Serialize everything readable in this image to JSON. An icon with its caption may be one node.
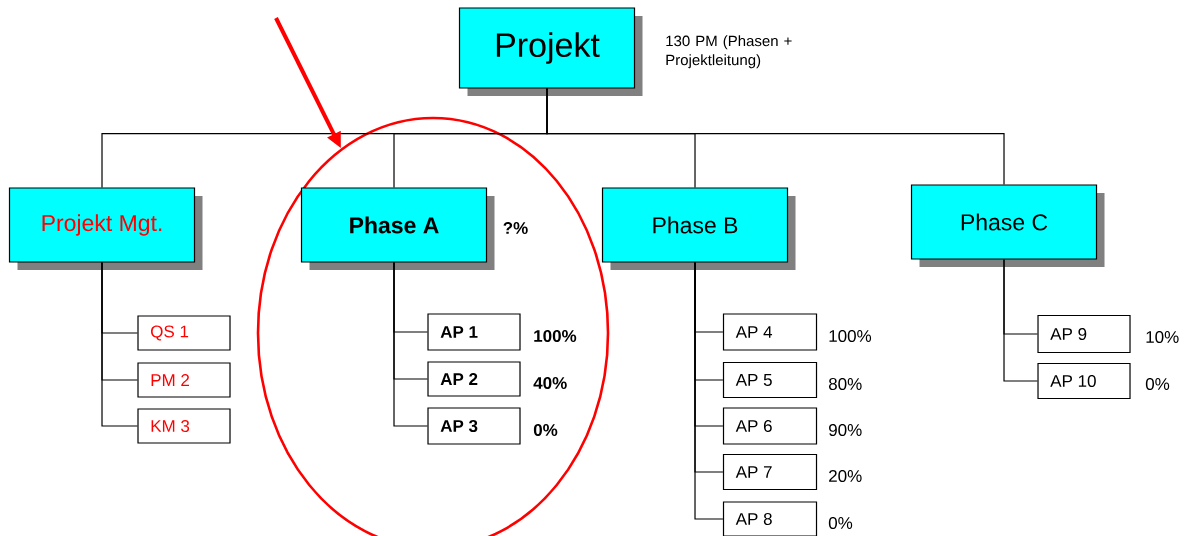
{
  "diagram": {
    "nodes": [
      {
        "text": [
          "Projekt"
        ],
        "beside": [
          "130 PM (Phasen + Projektleitung)"
        ]
      },
      {
        "text": [
          "Projekt Mgt."
        ]
      },
      {
        "text": [],
        "shape": "circle"
      },
      {
        "text": [
          "Phase A"
        ],
        "beside": [
          "?%"
        ],
        "in": 2
      },
      {
        "text": [
          "Phase B"
        ]
      },
      {
        "text": [
          "Phase C"
        ]
      },
      {
        "text": [
          "QS 1"
        ]
      },
      {
        "text": [
          "PM 2"
        ]
      },
      {
        "text": [
          "KM 3"
        ]
      },
      {
        "text": [
          "AP 1"
        ],
        "beside": [
          "100%"
        ],
        "in": 2
      },
      {
        "text": [
          "AP 2"
        ],
        "beside": [
          "40%"
        ],
        "in": 2
      },
      {
        "text": [
          "AP 3"
        ],
        "beside": [
          "0%"
        ],
        "in": 2
      },
      {
        "text": [
          "AP 4"
        ],
        "beside": [
          "100%"
        ]
      },
      {
        "text": [
          "AP 5"
        ],
        "beside": [
          "80%"
        ]
      },
      {
        "text": [
          "AP 6"
        ],
        "beside": [
          "90%"
        ]
      },
      {
        "text": [
          "AP 7"
        ],
        "beside": [
          "20%"
        ]
      },
      {
        "text": [
          "AP 8"
        ],
        "beside": [
          "0%"
        ]
      },
      {
        "text": [
          "AP 9"
        ],
        "beside": [
          "10%"
        ]
      },
      {
        "text": [
          "AP 10"
        ],
        "beside": [
          "0%"
        ]
      }
    ],
    "edges": [
      {
        "from": 0,
        "to": 1,
        "arrow": "none"
      },
      {
        "from": 0,
        "to": 3,
        "arrow": "none"
      },
      {
        "from": 0,
        "to": 4,
        "arrow": "none"
      },
      {
        "from": 0,
        "to": 5,
        "arrow": "none"
      },
      {
        "from": 1,
        "to": 6,
        "arrow": "none"
      },
      {
        "from": 1,
        "to": 7,
        "arrow": "none"
      },
      {
        "from": 1,
        "to": 8,
        "arrow": "none"
      },
      {
        "from": 3,
        "to": 9,
        "arrow": "none"
      },
      {
        "from": 3,
        "to": 10,
        "arrow": "none"
      },
      {
        "from": 3,
        "to": 11,
        "arrow": "none"
      },
      {
        "from": 4,
        "to": 12,
        "arrow": "none"
      },
      {
        "from": 4,
        "to": 13,
        "arrow": "none"
      },
      {
        "from": 4,
        "to": 14,
        "arrow": "none"
      },
      {
        "from": 4,
        "to": 15,
        "arrow": "none"
      },
      {
        "from": 4,
        "to": 16,
        "arrow": "none"
      },
      {
        "from": 5,
        "to": 17,
        "arrow": "none"
      },
      {
        "from": 5,
        "to": 18,
        "arrow": "none"
      },
      {
        "from": null,
        "to": 2,
        "arrow": "to",
        "style": "thick",
        "color": "#ff0000"
      }
    ]
  }
}
